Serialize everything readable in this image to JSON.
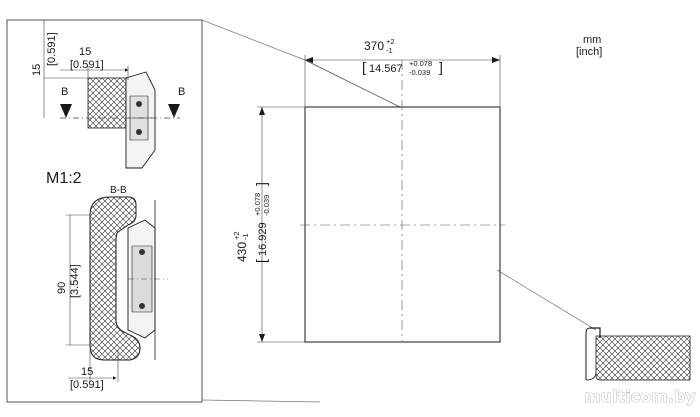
{
  "units": {
    "line1": "mm",
    "line2": "[inch]"
  },
  "detail": {
    "scale": "M1:2",
    "section_label": "B-B",
    "section_marker": "B",
    "top_dim_mm": "15",
    "top_dim_in": "[0.591]",
    "side_dim_mm": "15",
    "side_dim_in": "[0.591]",
    "height_dim_mm": "90",
    "height_dim_in": "[3.544]",
    "bottom_dim_mm": "15",
    "bottom_dim_in": "[0.591]"
  },
  "cutout": {
    "width_mm": "370",
    "width_tol_upper": "+2",
    "width_tol_lower": "-1",
    "width_in": "14.567",
    "width_in_tol_upper": "+0.078",
    "width_in_tol_lower": "-0.039",
    "height_mm": "430",
    "height_tol_upper": "+2",
    "height_tol_lower": "-1",
    "height_in": "16.929",
    "height_in_tol_upper": "+0.078",
    "height_in_tol_lower": "-0.039"
  },
  "watermark": "multicom.by"
}
